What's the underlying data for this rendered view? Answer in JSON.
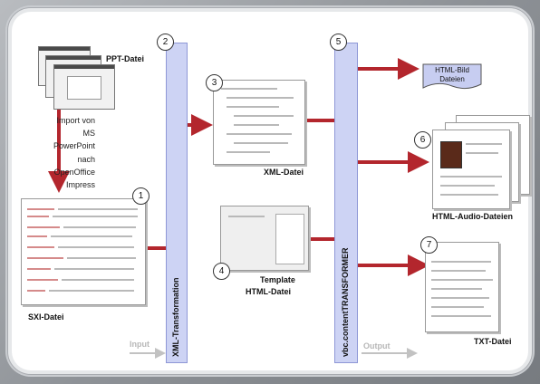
{
  "nodes": {
    "ppt": "PPT-Datei",
    "sxi": "SXI-Datei",
    "xml": "XML-Datei",
    "template_line1": "Template",
    "template_line2": "HTML-Datei",
    "htmlbild_line1": "HTML-Bild",
    "htmlbild_line2": "Dateien",
    "htmlaudio": "HTML-Audio-Dateien",
    "txt": "TXT-Datei"
  },
  "import_text": [
    "Import von",
    "MS",
    "PowerPoint",
    "nach",
    "OpenOffice",
    "Impress"
  ],
  "bars": {
    "xml_transform": "XML-Transformation",
    "vbc": "vbc.contentTRANSFORMER"
  },
  "flow": {
    "input": "Input",
    "output": "Output"
  },
  "numbers": [
    "1",
    "2",
    "3",
    "4",
    "5",
    "6",
    "7"
  ],
  "colors": {
    "arrow": "#b3262d",
    "bar_fill": "#cdd3f4",
    "bar_border": "#8e97d6",
    "gray_arrow": "#c2c2c2",
    "output_shape": "#c7cdf1"
  }
}
